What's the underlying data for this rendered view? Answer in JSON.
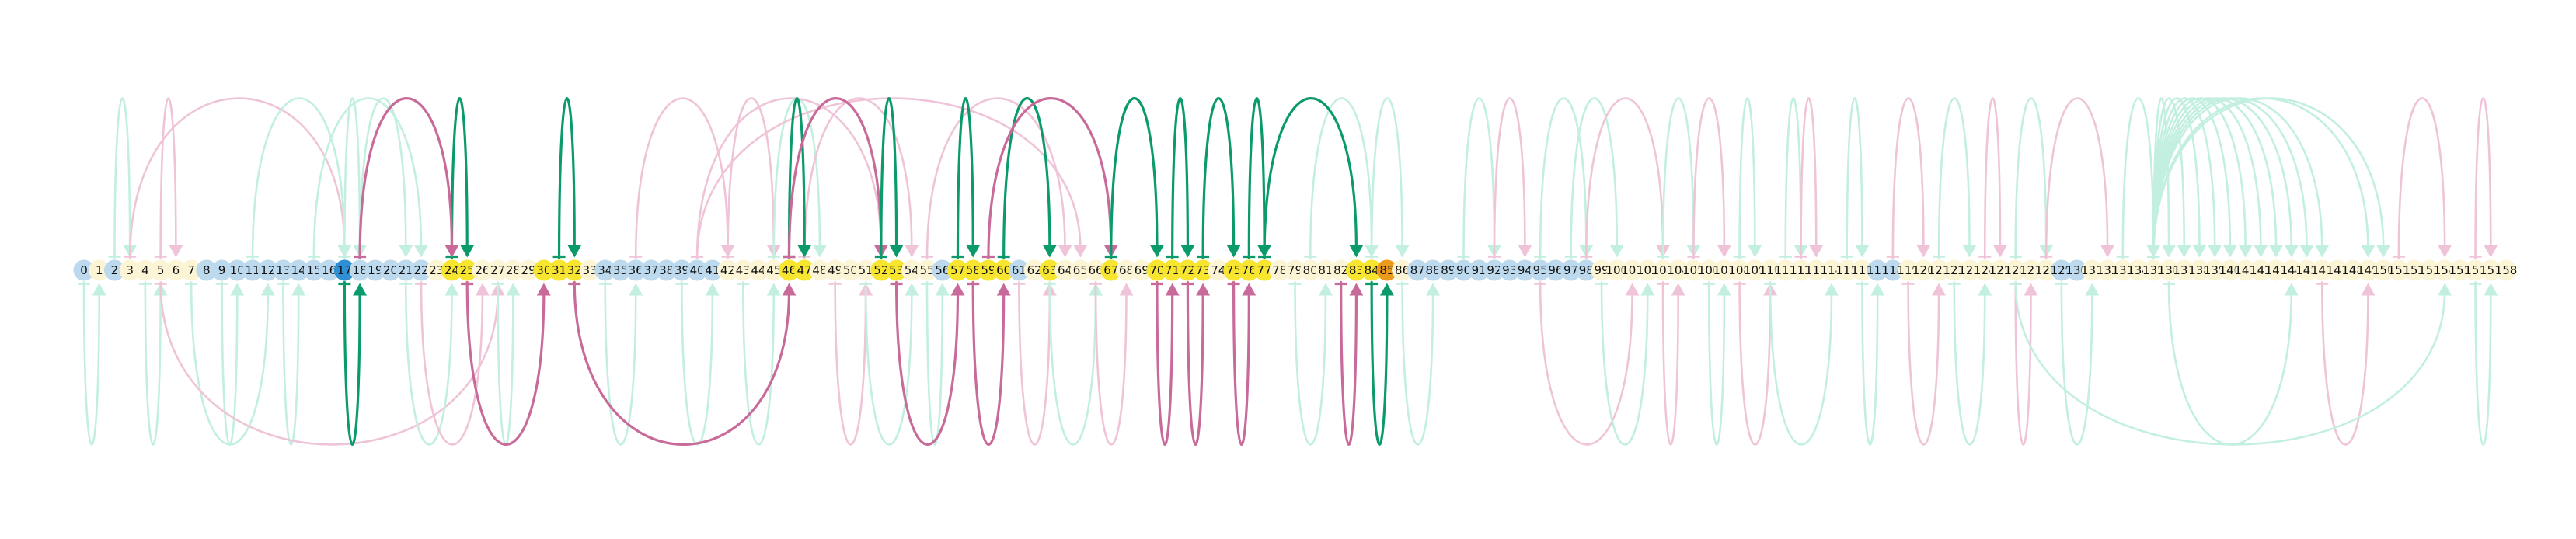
{
  "nodes": {
    "count": 159,
    "labels": [
      "0",
      "1",
      "2",
      "3",
      "4",
      "5",
      "6",
      "7",
      "8",
      "9",
      "10",
      "11",
      "12",
      "13",
      "14",
      "15",
      "16",
      "17",
      "18",
      "19",
      "20",
      "21",
      "22",
      "23",
      "24",
      "25",
      "26",
      "27",
      "28",
      "29",
      "30",
      "31",
      "32",
      "33",
      "34",
      "35",
      "36",
      "37",
      "38",
      "39",
      "40",
      "41",
      "42",
      "43",
      "44",
      "45",
      "46",
      "47",
      "48",
      "49",
      "50",
      "51",
      "52",
      "53",
      "54",
      "55",
      "56",
      "57",
      "58",
      "59",
      "60",
      "61",
      "62",
      "63",
      "64",
      "65",
      "66",
      "67",
      "68",
      "69",
      "70",
      "71",
      "72",
      "73",
      "74",
      "75",
      "76",
      "77",
      "78",
      "79",
      "80",
      "81",
      "82",
      "83",
      "84",
      "85",
      "86",
      "87",
      "88",
      "89",
      "90",
      "91",
      "92",
      "93",
      "94",
      "95",
      "96",
      "97",
      "98",
      "99",
      "100",
      "101",
      "102",
      "103",
      "104",
      "105",
      "106",
      "107",
      "108",
      "109",
      "110",
      "111",
      "112",
      "113",
      "114",
      "115",
      "116",
      "117",
      "118",
      "119",
      "120",
      "121",
      "122",
      "123",
      "124",
      "125",
      "126",
      "127",
      "128",
      "129",
      "130",
      "131",
      "132",
      "133",
      "134",
      "135",
      "136",
      "137",
      "138",
      "139",
      "140",
      "141",
      "142",
      "143",
      "144",
      "145",
      "146",
      "147",
      "148",
      "149",
      "150",
      "151",
      "152",
      "153",
      "154",
      "155",
      "156",
      "157",
      "158"
    ],
    "blue": [
      0,
      2,
      8,
      9,
      10,
      11,
      12,
      13,
      14,
      15,
      16,
      18,
      19,
      20,
      21,
      22,
      34,
      35,
      36,
      37,
      38,
      39,
      40,
      41,
      56,
      61,
      87,
      88,
      89,
      90,
      91,
      92,
      93,
      94,
      95,
      96,
      97,
      98,
      117,
      118,
      129,
      130
    ],
    "cream": [
      1,
      3,
      4,
      5,
      6,
      7,
      23,
      26,
      27,
      28,
      29,
      33,
      42,
      43,
      44,
      45,
      48,
      49,
      50,
      51,
      54,
      55,
      62,
      64,
      65,
      66,
      68,
      69,
      74,
      78,
      79,
      80,
      81,
      82,
      86,
      99,
      100,
      101,
      102,
      103,
      104,
      105,
      106,
      107,
      108,
      109,
      110,
      111,
      112,
      113,
      114,
      115,
      116,
      119,
      120,
      121,
      122,
      123,
      124,
      125,
      126,
      127,
      128,
      131,
      132,
      133,
      134,
      135,
      136,
      137,
      138,
      139,
      140,
      141,
      142,
      143,
      144,
      145,
      146,
      147,
      148,
      149,
      150,
      151,
      152,
      153,
      154,
      155,
      156,
      157,
      158
    ],
    "yellow": [
      24,
      25,
      30,
      31,
      32,
      46,
      47,
      52,
      53,
      57,
      58,
      59,
      60,
      63,
      67,
      70,
      71,
      72,
      73,
      75,
      76,
      77,
      83,
      84
    ],
    "dark_blue": [
      17
    ],
    "orange": [
      85
    ]
  },
  "edges_highlight": [
    {
      "from": 24,
      "to": 25,
      "side": "top",
      "color": "green"
    },
    {
      "from": 31,
      "to": 32,
      "side": "top",
      "color": "green"
    },
    {
      "from": 46,
      "to": 47,
      "side": "top",
      "color": "green"
    },
    {
      "from": 46,
      "to": 52,
      "side": "top",
      "color": "pink"
    },
    {
      "from": 52,
      "to": 53,
      "side": "top",
      "color": "green"
    },
    {
      "from": 57,
      "to": 58,
      "side": "top",
      "color": "green"
    },
    {
      "from": 60,
      "to": 63,
      "side": "top",
      "color": "green"
    },
    {
      "from": 59,
      "to": 67,
      "side": "top",
      "color": "pink"
    },
    {
      "from": 67,
      "to": 70,
      "side": "top",
      "color": "green"
    },
    {
      "from": 71,
      "to": 72,
      "side": "top",
      "color": "green"
    },
    {
      "from": 73,
      "to": 75,
      "side": "top",
      "color": "green"
    },
    {
      "from": 76,
      "to": 77,
      "side": "top",
      "color": "green"
    },
    {
      "from": 77,
      "to": 83,
      "side": "top",
      "color": "green"
    },
    {
      "from": 18,
      "to": 24,
      "side": "top",
      "color": "pink"
    },
    {
      "from": 17,
      "to": 18,
      "side": "bottom",
      "color": "green"
    },
    {
      "from": 25,
      "to": 30,
      "side": "bottom",
      "color": "pink"
    },
    {
      "from": 32,
      "to": 46,
      "side": "bottom",
      "color": "pink"
    },
    {
      "from": 53,
      "to": 57,
      "side": "bottom",
      "color": "pink"
    },
    {
      "from": 58,
      "to": 60,
      "side": "bottom",
      "color": "pink"
    },
    {
      "from": 70,
      "to": 71,
      "side": "bottom",
      "color": "pink"
    },
    {
      "from": 72,
      "to": 73,
      "side": "bottom",
      "color": "pink"
    },
    {
      "from": 75,
      "to": 76,
      "side": "bottom",
      "color": "pink"
    },
    {
      "from": 82,
      "to": 83,
      "side": "bottom",
      "color": "pink"
    },
    {
      "from": 84,
      "to": 85,
      "side": "bottom",
      "color": "green"
    }
  ],
  "edges_faint": [
    {
      "from": 2,
      "to": 3,
      "side": "top",
      "color": "green"
    },
    {
      "from": 5,
      "to": 6,
      "side": "top",
      "color": "pink"
    },
    {
      "from": 3,
      "to": 17,
      "side": "top",
      "color": "pink"
    },
    {
      "from": 11,
      "to": 17,
      "side": "top",
      "color": "green"
    },
    {
      "from": 17,
      "to": 18,
      "side": "top",
      "color": "green"
    },
    {
      "from": 18,
      "to": 21,
      "side": "top",
      "color": "green"
    },
    {
      "from": 15,
      "to": 22,
      "side": "top",
      "color": "green"
    },
    {
      "from": 36,
      "to": 42,
      "side": "top",
      "color": "pink"
    },
    {
      "from": 42,
      "to": 45,
      "side": "top",
      "color": "pink"
    },
    {
      "from": 45,
      "to": 48,
      "side": "top",
      "color": "green"
    },
    {
      "from": 40,
      "to": 52,
      "side": "top",
      "color": "pink"
    },
    {
      "from": 47,
      "to": 54,
      "side": "top",
      "color": "pink"
    },
    {
      "from": 40,
      "to": 65,
      "side": "top",
      "color": "pink"
    },
    {
      "from": 55,
      "to": 64,
      "side": "top",
      "color": "pink"
    },
    {
      "from": 80,
      "to": 84,
      "side": "top",
      "color": "green"
    },
    {
      "from": 84,
      "to": 86,
      "side": "top",
      "color": "green"
    },
    {
      "from": 90,
      "to": 92,
      "side": "top",
      "color": "green"
    },
    {
      "from": 92,
      "to": 94,
      "side": "top",
      "color": "pink"
    },
    {
      "from": 95,
      "to": 98,
      "side": "top",
      "color": "green"
    },
    {
      "from": 97,
      "to": 100,
      "side": "top",
      "color": "green"
    },
    {
      "from": 98,
      "to": 103,
      "side": "top",
      "color": "pink"
    },
    {
      "from": 103,
      "to": 105,
      "side": "top",
      "color": "green"
    },
    {
      "from": 105,
      "to": 107,
      "side": "top",
      "color": "pink"
    },
    {
      "from": 108,
      "to": 109,
      "side": "top",
      "color": "green"
    },
    {
      "from": 111,
      "to": 112,
      "side": "top",
      "color": "green"
    },
    {
      "from": 112,
      "to": 113,
      "side": "top",
      "color": "pink"
    },
    {
      "from": 115,
      "to": 116,
      "side": "top",
      "color": "green"
    },
    {
      "from": 118,
      "to": 120,
      "side": "top",
      "color": "pink"
    },
    {
      "from": 121,
      "to": 123,
      "side": "top",
      "color": "green"
    },
    {
      "from": 124,
      "to": 125,
      "side": "top",
      "color": "pink"
    },
    {
      "from": 126,
      "to": 128,
      "side": "top",
      "color": "green"
    },
    {
      "from": 128,
      "to": 132,
      "side": "top",
      "color": "pink"
    },
    {
      "from": 133,
      "to": 135,
      "side": "top",
      "color": "green"
    },
    {
      "from": 135,
      "to": 136,
      "side": "top",
      "color": "green"
    },
    {
      "from": 135,
      "to": 137,
      "side": "top",
      "color": "green"
    },
    {
      "from": 135,
      "to": 138,
      "side": "top",
      "color": "green"
    },
    {
      "from": 135,
      "to": 139,
      "side": "top",
      "color": "green"
    },
    {
      "from": 135,
      "to": 140,
      "side": "top",
      "color": "green"
    },
    {
      "from": 135,
      "to": 141,
      "side": "top",
      "color": "green"
    },
    {
      "from": 135,
      "to": 142,
      "side": "top",
      "color": "green"
    },
    {
      "from": 135,
      "to": 143,
      "side": "top",
      "color": "green"
    },
    {
      "from": 135,
      "to": 144,
      "side": "top",
      "color": "green"
    },
    {
      "from": 135,
      "to": 145,
      "side": "top",
      "color": "green"
    },
    {
      "from": 135,
      "to": 146,
      "side": "top",
      "color": "green"
    },
    {
      "from": 135,
      "to": 149,
      "side": "top",
      "color": "green"
    },
    {
      "from": 135,
      "to": 150,
      "side": "top",
      "color": "green"
    },
    {
      "from": 151,
      "to": 154,
      "side": "top",
      "color": "pink"
    },
    {
      "from": 156,
      "to": 157,
      "side": "top",
      "color": "pink"
    },
    {
      "from": 0,
      "to": 1,
      "side": "bottom",
      "color": "green"
    },
    {
      "from": 4,
      "to": 5,
      "side": "bottom",
      "color": "green"
    },
    {
      "from": 9,
      "to": 10,
      "side": "bottom",
      "color": "green"
    },
    {
      "from": 7,
      "to": 12,
      "side": "bottom",
      "color": "green"
    },
    {
      "from": 13,
      "to": 14,
      "side": "bottom",
      "color": "green"
    },
    {
      "from": 5,
      "to": 27,
      "side": "bottom",
      "color": "pink"
    },
    {
      "from": 21,
      "to": 24,
      "side": "bottom",
      "color": "green"
    },
    {
      "from": 22,
      "to": 26,
      "side": "bottom",
      "color": "pink"
    },
    {
      "from": 27,
      "to": 28,
      "side": "bottom",
      "color": "green"
    },
    {
      "from": 34,
      "to": 36,
      "side": "bottom",
      "color": "green"
    },
    {
      "from": 39,
      "to": 41,
      "side": "bottom",
      "color": "green"
    },
    {
      "from": 43,
      "to": 45,
      "side": "bottom",
      "color": "green"
    },
    {
      "from": 49,
      "to": 51,
      "side": "bottom",
      "color": "pink"
    },
    {
      "from": 51,
      "to": 54,
      "side": "bottom",
      "color": "green"
    },
    {
      "from": 55,
      "to": 56,
      "side": "bottom",
      "color": "green"
    },
    {
      "from": 61,
      "to": 63,
      "side": "bottom",
      "color": "pink"
    },
    {
      "from": 63,
      "to": 66,
      "side": "bottom",
      "color": "green"
    },
    {
      "from": 66,
      "to": 68,
      "side": "bottom",
      "color": "pink"
    },
    {
      "from": 79,
      "to": 81,
      "side": "bottom",
      "color": "green"
    },
    {
      "from": 86,
      "to": 88,
      "side": "bottom",
      "color": "green"
    },
    {
      "from": 95,
      "to": 101,
      "side": "bottom",
      "color": "pink"
    },
    {
      "from": 99,
      "to": 102,
      "side": "bottom",
      "color": "green"
    },
    {
      "from": 103,
      "to": 104,
      "side": "bottom",
      "color": "pink"
    },
    {
      "from": 106,
      "to": 107,
      "side": "bottom",
      "color": "green"
    },
    {
      "from": 108,
      "to": 110,
      "side": "bottom",
      "color": "pink"
    },
    {
      "from": 110,
      "to": 114,
      "side": "bottom",
      "color": "green"
    },
    {
      "from": 116,
      "to": 117,
      "side": "bottom",
      "color": "green"
    },
    {
      "from": 119,
      "to": 121,
      "side": "bottom",
      "color": "pink"
    },
    {
      "from": 122,
      "to": 124,
      "side": "bottom",
      "color": "green"
    },
    {
      "from": 126,
      "to": 127,
      "side": "bottom",
      "color": "pink"
    },
    {
      "from": 129,
      "to": 131,
      "side": "bottom",
      "color": "green"
    },
    {
      "from": 136,
      "to": 144,
      "side": "bottom",
      "color": "green"
    },
    {
      "from": 146,
      "to": 149,
      "side": "bottom",
      "color": "pink"
    },
    {
      "from": 126,
      "to": 154,
      "side": "bottom",
      "color": "green"
    },
    {
      "from": 156,
      "to": 157,
      "side": "bottom",
      "color": "green"
    }
  ],
  "colors": {
    "node_blue": "#bcd9ee",
    "node_cream": "#fbf5d6",
    "node_yellow": "#f7e530",
    "node_dark_blue": "#2e8fd4",
    "node_orange": "#ec9a1c",
    "edge_green": "#0a9a6c",
    "edge_pink": "#c86a9a",
    "faint_green": "#c2efdf",
    "faint_pink": "#efc4d8"
  }
}
